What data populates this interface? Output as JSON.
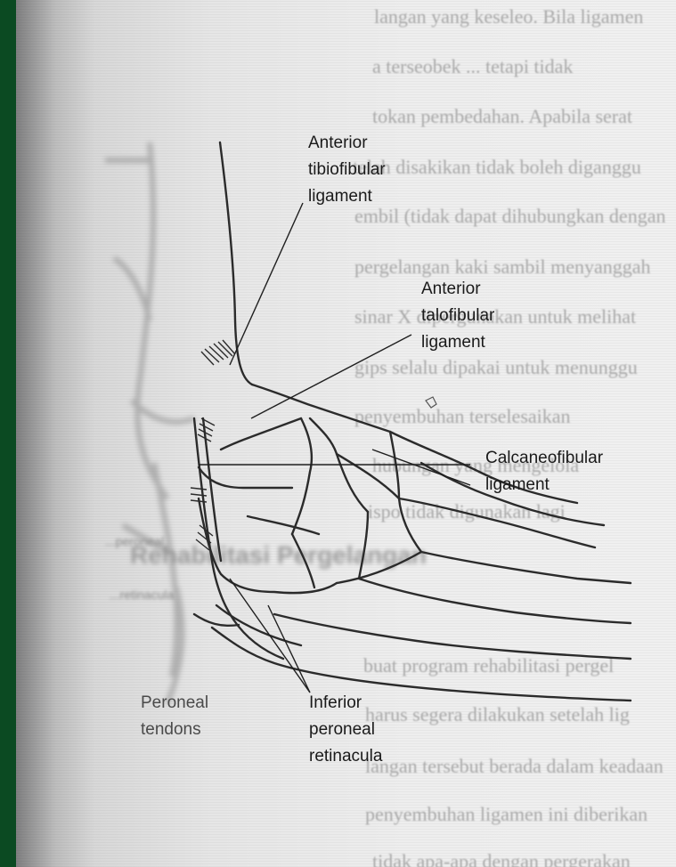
{
  "labels": {
    "anterior_tibiofibular": [
      "Anterior",
      "tibiofibular",
      "ligament"
    ],
    "anterior_talofibular": [
      "Anterior",
      "talofibular",
      "ligament"
    ],
    "calcaneofibular": [
      "Calcaneofibular",
      "ligament"
    ],
    "inferior_peroneal_retinacula": [
      "Inferior",
      "peroneal",
      "retinacula"
    ],
    "peroneal_tendons": [
      "Peroneal",
      "tendons"
    ]
  },
  "background_text": [
    "langan yang keseleo. Bila ligamen",
    "a terseobek ... tetapi tidak",
    "tokan pembedahan. Apabila serat",
    "telah disakikan tidak boleh diganggu",
    "embil (tidak dapat dihubungkan dengan",
    "pergelangan kaki sambil menyanggah",
    "sinar X dipergunakan untuk melihat",
    "gips selalu dipakai untuk menunggu",
    "penyembuhan terselesaikan",
    "hubungan yang mengelola",
    "ispo tidak digunakan lagi",
    "Rehabilitasi Pergelangan",
    "buat program rehabilitasi pergel",
    "harus segera dilakukan setelah lig",
    "langan tersebut berada dalam keadaan",
    "penyembuhan ligamen ini diberikan",
    "tidak apa-apa dengan pergerakan"
  ],
  "ghost_labels": [
    "...peroneal",
    "...retinacula"
  ]
}
